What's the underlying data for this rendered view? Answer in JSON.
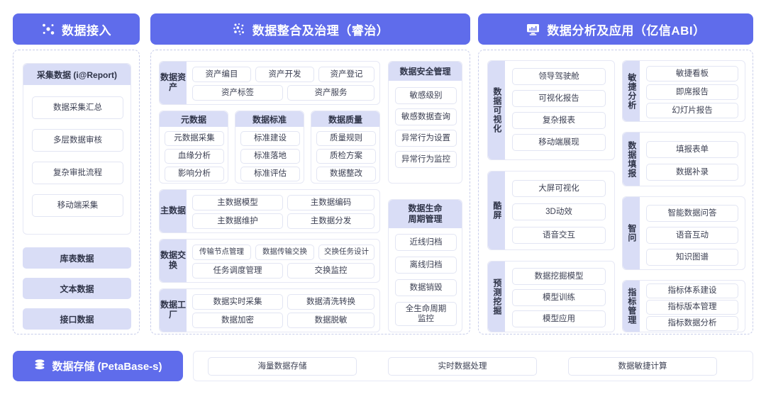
{
  "columns": [
    {
      "id": "ingest",
      "title": "数据接入",
      "icon": "nodes-network-icon",
      "groups": [
        {
          "caption": "采集数据 (i@Report)",
          "items": [
            "数据采集汇总",
            "多层数据审核",
            "复杂审批流程",
            "移动端采集"
          ]
        }
      ],
      "solid_items": [
        "库表数据",
        "文本数据",
        "接口数据"
      ]
    },
    {
      "id": "governance",
      "title": "数据整合及治理（睿治）",
      "icon": "scattered-dots-icon",
      "left_groups": [
        {
          "label": "数据资产",
          "rows": [
            [
              "资产编目",
              "资产开发",
              "资产登记"
            ],
            [
              "资产标签",
              "资产服务"
            ]
          ]
        },
        {
          "label": "主数据",
          "rows": [
            [
              "主数据模型",
              "主数据编码"
            ],
            [
              "主数据维护",
              "主数据分发"
            ]
          ]
        },
        {
          "label": "数据交换",
          "rows": [
            [
              "传输节点管理",
              "数据传输交换",
              "交换任务设计"
            ],
            [
              "任务调度管理",
              "交换监控"
            ]
          ]
        },
        {
          "label": "数据工厂",
          "rows": [
            [
              "数据实时采集",
              "数据清洗转换"
            ],
            [
              "数据加密",
              "数据脱敏"
            ]
          ]
        }
      ],
      "mid_groups": [
        {
          "caption": "元数据",
          "items": [
            "元数据采集",
            "血缘分析",
            "影响分析"
          ]
        },
        {
          "caption": "数据标准",
          "items": [
            "标准建设",
            "标准落地",
            "标准评估"
          ]
        },
        {
          "caption": "数据质量",
          "items": [
            "质量规则",
            "质检方案",
            "数据整改"
          ]
        }
      ],
      "right_groups": [
        {
          "caption": "数据安全管理",
          "items": [
            "敏感级别",
            "敏感数据查询",
            "异常行为设置",
            "异常行为监控"
          ]
        },
        {
          "caption": "数据生命\n周期管理",
          "items": [
            "近线归档",
            "离线归档",
            "数据销毁",
            "全生命周期\n监控"
          ]
        }
      ]
    },
    {
      "id": "analytics",
      "title": "数据分析及应用（亿信ABI）",
      "icon": "monitor-chart-icon",
      "left_groups": [
        {
          "label": "数据可视化",
          "items": [
            "领导驾驶舱",
            "可视化报告",
            "复杂报表",
            "移动端展现"
          ]
        },
        {
          "label": "酷屏",
          "items": [
            "大屏可视化",
            "3D动效",
            "语音交互"
          ]
        },
        {
          "label": "预测挖掘",
          "items": [
            "数据挖掘模型",
            "模型训练",
            "模型应用"
          ]
        }
      ],
      "right_groups": [
        {
          "label": "敏捷分析",
          "items": [
            "敏捷看板",
            "即席报告",
            "幻灯片报告"
          ]
        },
        {
          "label": "数据填报",
          "items": [
            "填报表单",
            "数据补录"
          ]
        },
        {
          "label": "智问",
          "items": [
            "智能数据问答",
            "语音互动",
            "知识图谱"
          ]
        },
        {
          "label": "指标管理",
          "items": [
            "指标体系建设",
            "指标版本管理",
            "指标数据分析"
          ]
        }
      ]
    }
  ],
  "storage": {
    "title": "数据存储 (PetaBase-s)",
    "icon": "database-stack-icon",
    "items": [
      "海量数据存储",
      "实时数据处理",
      "数据敏捷计算"
    ]
  },
  "colors": {
    "brand": "#5f6ceb",
    "chip_fill": "#d9ddf6",
    "panel_border": "#c8cdea"
  }
}
